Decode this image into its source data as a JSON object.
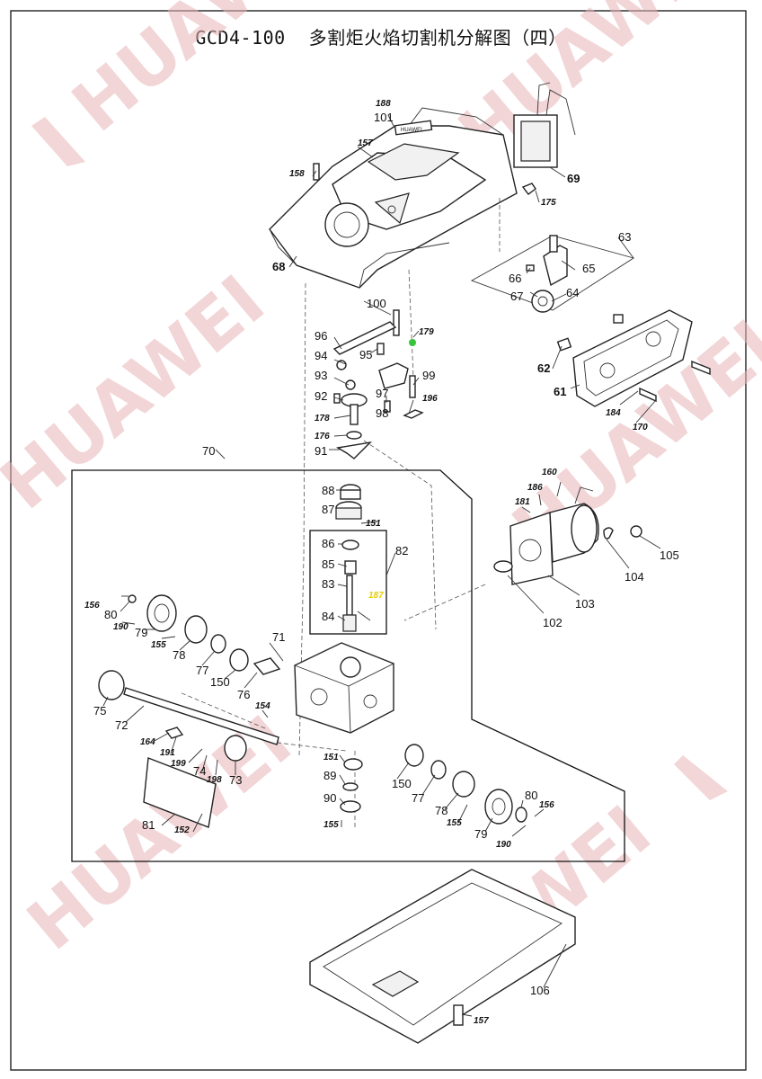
{
  "title": {
    "model": "GCD4-100",
    "name": "多割炬火焰切割机分解图（四）"
  },
  "watermark": {
    "text": "HUAWEI",
    "color": "#e25a60"
  },
  "highlight_colors": {
    "yellow_label": "#e6d000",
    "green_dot": "#39c43c"
  },
  "labels": {
    "l188": "188",
    "l101": "101",
    "l157a": "157",
    "l158": "158",
    "l69": "69",
    "l175": "175",
    "l68": "68",
    "l63": "63",
    "l65": "65",
    "l66": "66",
    "l67": "67",
    "l64": "64",
    "l100": "100",
    "l96": "96",
    "l179": "179",
    "l95": "95",
    "l94": "94",
    "l93": "93",
    "l99": "99",
    "l97": "97",
    "l92": "92",
    "l98": "98",
    "l196": "196",
    "l178": "178",
    "l176": "176",
    "l91": "91",
    "l62": "62",
    "l61": "61",
    "l184": "184",
    "l170": "170",
    "l70": "70",
    "l88": "88",
    "l87": "87",
    "l151a": "151",
    "l86": "86",
    "l82": "82",
    "l85": "85",
    "l83": "83",
    "l187": "187",
    "l84": "84",
    "l160": "160",
    "l186": "186",
    "l181": "181",
    "l105": "105",
    "l104": "104",
    "l103": "103",
    "l102": "102",
    "l156a": "156",
    "l80a": "80",
    "l190a": "190",
    "l79a": "79",
    "l155a": "155",
    "l78a": "78",
    "l77a": "77",
    "l150a": "150",
    "l76": "76",
    "l71": "71",
    "l154": "154",
    "l75": "75",
    "l72": "72",
    "l164": "164",
    "l191": "191",
    "l199": "199",
    "l74": "74",
    "l198": "198",
    "l73": "73",
    "l81": "81",
    "l152": "152",
    "l151b": "151",
    "l89": "89",
    "l90": "90",
    "l155b": "155",
    "l150b": "150",
    "l77b": "77",
    "l78b": "78",
    "l155c": "155",
    "l79b": "79",
    "l80b": "80",
    "l156b": "156",
    "l190b": "190",
    "l106": "106",
    "l157b": "157"
  },
  "plate_text": "HUAWEI"
}
